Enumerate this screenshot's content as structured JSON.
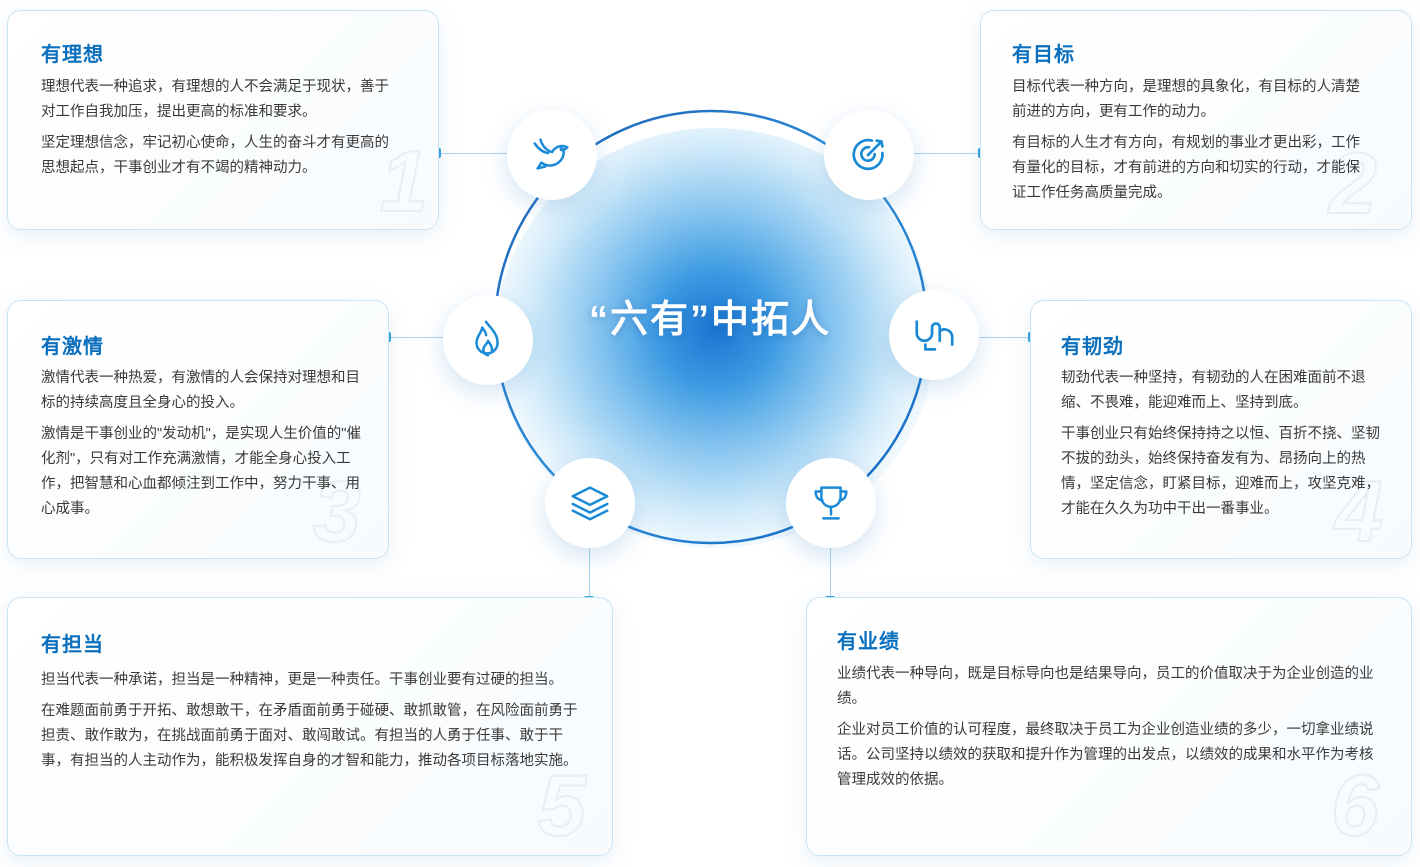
{
  "center": {
    "title": "“六有”中拓人"
  },
  "cards": [
    {
      "num": "1",
      "title": "有理想",
      "paragraphs": [
        "理想代表一种追求，有理想的人不会满足于现状，善于对工作自我加压，提出更高的标准和要求。",
        "坚定理想信念，牢记初心使命，人生的奋斗才有更高的思想起点，干事创业才有不竭的精神动力。"
      ]
    },
    {
      "num": "2",
      "title": "有目标",
      "paragraphs": [
        "目标代表一种方向，是理想的具象化，有目标的人清楚前进的方向，更有工作的动力。",
        "有目标的人生才有方向，有规划的事业才更出彩，工作有量化的目标，才有前进的方向和切实的行动，才能保证工作任务高质量完成。"
      ]
    },
    {
      "num": "3",
      "title": "有激情",
      "paragraphs": [
        "激情代表一种热爱，有激情的人会保持对理想和目标的持续高度且全身心的投入。",
        "激情是干事创业的\"发动机\"，是实现人生价值的\"催化剂\"，只有对工作充满激情，才能全身心投入工作，把智慧和心血都倾注到工作中，努力干事、用心成事。"
      ]
    },
    {
      "num": "4",
      "title": "有韧劲",
      "paragraphs": [
        "韧劲代表一种坚持，有韧劲的人在困难面前不退缩、不畏难，能迎难而上、坚持到底。",
        "干事创业只有始终保持持之以恒、百折不挠、坚韧不拔的劲头，始终保持奋发有为、昂扬向上的热情，坚定信念，盯紧目标，迎难而上，攻坚克难，才能在久久为功中干出一番事业。"
      ]
    },
    {
      "num": "5",
      "title": "有担当",
      "paragraphs": [
        "担当代表一种承诺，担当是一种精神，更是一种责任。干事创业要有过硬的担当。",
        "在难题面前勇于开拓、敢想敢干，在矛盾面前勇于碰硬、敢抓敢管，在风险面前勇于担责、敢作敢为，在挑战面前勇于面对、敢闯敢试。有担当的人勇于任事、敢于干事，有担当的人主动作为，能积极发挥自身的才智和能力，推动各项目标落地实施。"
      ]
    },
    {
      "num": "6",
      "title": "有业绩",
      "paragraphs": [
        "业绩代表一种导向，既是目标导向也是结果导向，员工的价值取决于为企业创造的业绩。",
        "企业对员工价值的认可程度，最终取决于员工为企业创造业绩的多少，一切拿业绩说话。公司坚持以绩效的获取和提升作为管理的出发点，以绩效的成果和水平作为考核管理成效的依据。"
      ]
    }
  ],
  "icons": [
    "dove-icon",
    "target-icon",
    "flame-icon",
    "persistence-icon",
    "layers-icon",
    "trophy-icon"
  ],
  "colors": {
    "accent": "#0a6fbd",
    "ring": "#1565c0",
    "line": "#a8d4ee"
  }
}
